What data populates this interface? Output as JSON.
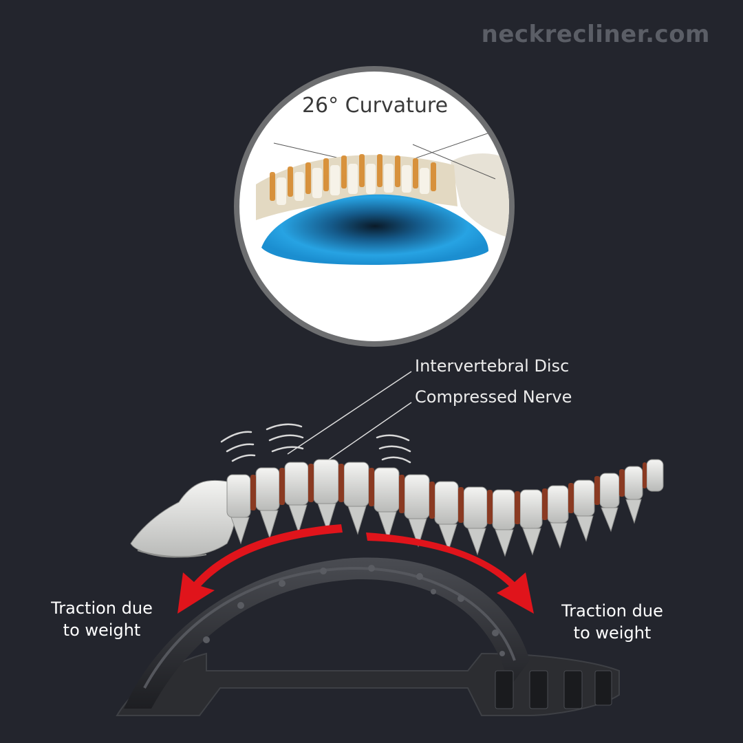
{
  "watermark": "neckrecliner.com",
  "inset": {
    "title": "26° Curvature"
  },
  "callouts": {
    "disc": "Intervertebral Disc",
    "nerve": "Compressed Nerve"
  },
  "traction_left": {
    "line1": "Traction due",
    "line2": "to weight"
  },
  "traction_right": {
    "line1": "Traction due",
    "line2": "to weight"
  },
  "colors": {
    "background": "#23252d",
    "arrow": "#e0141b",
    "pad_blue": "#1e9ad8",
    "disc": "#8a3a22"
  }
}
